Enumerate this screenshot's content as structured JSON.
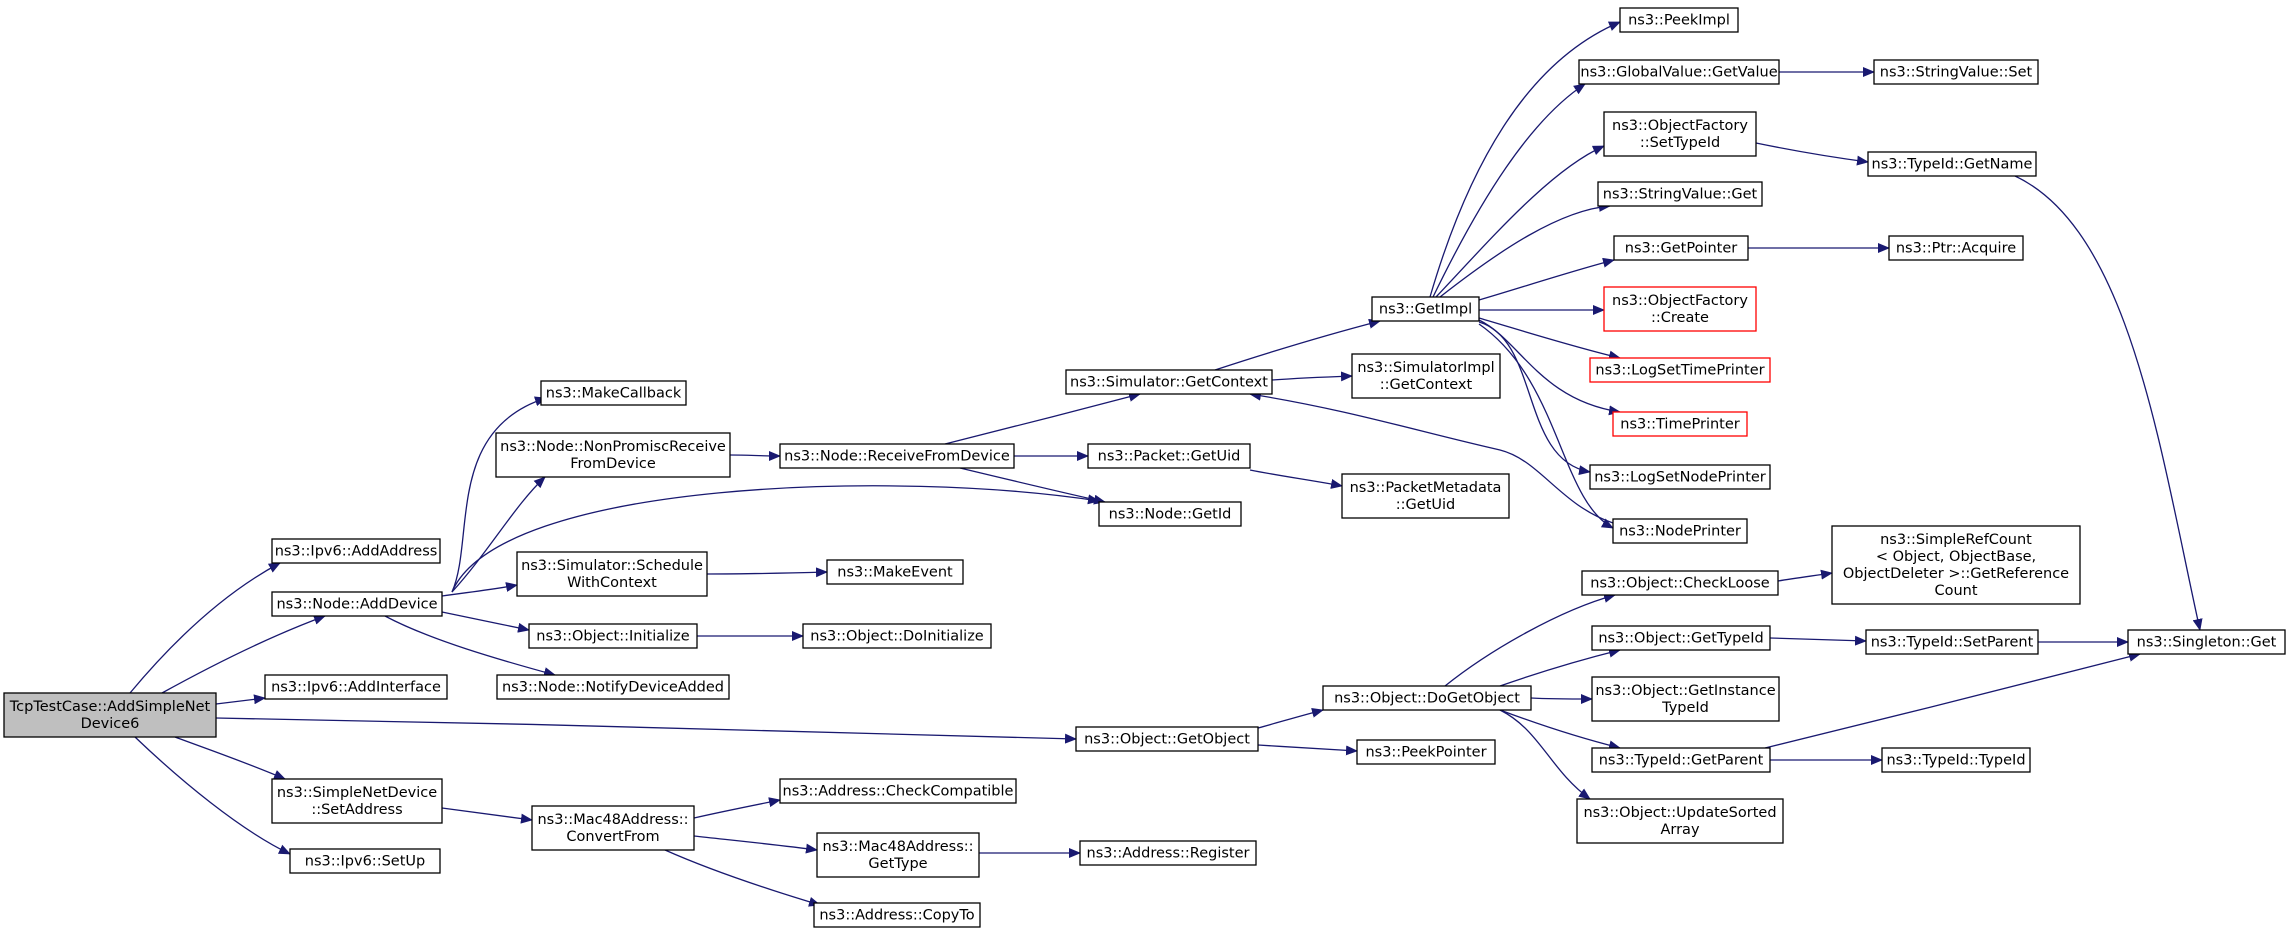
{
  "diagram": {
    "type": "call-graph",
    "colors": {
      "edge": "#191970",
      "node_border": "#000000",
      "node_border_truncated": "#ff0000",
      "root_fill": "#bfbfbf",
      "node_fill": "#ffffff"
    },
    "nodes": [
      {
        "id": "root",
        "lines": [
          "TcpTestCase::AddSimpleNet",
          "Device6"
        ]
      },
      {
        "id": "ipv6_addaddress",
        "lines": [
          "ns3::Ipv6::AddAddress"
        ]
      },
      {
        "id": "node_adddevice",
        "lines": [
          "ns3::Node::AddDevice"
        ]
      },
      {
        "id": "ipv6_addinterface",
        "lines": [
          "ns3::Ipv6::AddInterface"
        ]
      },
      {
        "id": "object_getobject",
        "lines": [
          "ns3::Object::GetObject"
        ]
      },
      {
        "id": "simplenetdevice_setaddress",
        "lines": [
          "ns3::SimpleNetDevice",
          "::SetAddress"
        ]
      },
      {
        "id": "ipv6_setup",
        "lines": [
          "ns3::Ipv6::SetUp"
        ]
      },
      {
        "id": "makecallback",
        "lines": [
          "ns3::MakeCallback"
        ]
      },
      {
        "id": "node_nonpromisc",
        "lines": [
          "ns3::Node::NonPromiscReceive",
          "FromDevice"
        ]
      },
      {
        "id": "node_getid",
        "lines": [
          "ns3::Node::GetId"
        ]
      },
      {
        "id": "simulator_schedulewithcontext",
        "lines": [
          "ns3::Simulator::Schedule",
          "WithContext"
        ]
      },
      {
        "id": "object_initialize",
        "lines": [
          "ns3::Object::Initialize"
        ]
      },
      {
        "id": "node_notifydeviceadded",
        "lines": [
          "ns3::Node::NotifyDeviceAdded"
        ]
      },
      {
        "id": "node_receivefromdevice",
        "lines": [
          "ns3::Node::ReceiveFromDevice"
        ]
      },
      {
        "id": "makeevent",
        "lines": [
          "ns3::MakeEvent"
        ]
      },
      {
        "id": "object_doinitialize",
        "lines": [
          "ns3::Object::DoInitialize"
        ]
      },
      {
        "id": "simulator_getcontext",
        "lines": [
          "ns3::Simulator::GetContext"
        ]
      },
      {
        "id": "packet_getuid",
        "lines": [
          "ns3::Packet::GetUid"
        ]
      },
      {
        "id": "getimpl",
        "lines": [
          "ns3::GetImpl"
        ]
      },
      {
        "id": "simulatorimpl_getcontext",
        "lines": [
          "ns3::SimulatorImpl",
          "::GetContext"
        ]
      },
      {
        "id": "packetmetadata_getuid",
        "lines": [
          "ns3::PacketMetadata",
          "::GetUid"
        ]
      },
      {
        "id": "peekimpl",
        "lines": [
          "ns3::PeekImpl"
        ]
      },
      {
        "id": "globalvalue_getvalue",
        "lines": [
          "ns3::GlobalValue::GetValue"
        ]
      },
      {
        "id": "objectfactory_settypeid",
        "lines": [
          "ns3::ObjectFactory",
          "::SetTypeId"
        ]
      },
      {
        "id": "stringvalue_get",
        "lines": [
          "ns3::StringValue::Get"
        ]
      },
      {
        "id": "getpointer",
        "lines": [
          "ns3::GetPointer"
        ]
      },
      {
        "id": "objectfactory_create",
        "lines": [
          "ns3::ObjectFactory",
          "::Create"
        ]
      },
      {
        "id": "logsettimeprinter",
        "lines": [
          "ns3::LogSetTimePrinter"
        ]
      },
      {
        "id": "timeprinter",
        "lines": [
          "ns3::TimePrinter"
        ]
      },
      {
        "id": "logsetnodeprinter",
        "lines": [
          "ns3::LogSetNodePrinter"
        ]
      },
      {
        "id": "nodeprinter",
        "lines": [
          "ns3::NodePrinter"
        ]
      },
      {
        "id": "stringvalue_set",
        "lines": [
          "ns3::StringValue::Set"
        ]
      },
      {
        "id": "typeid_getname",
        "lines": [
          "ns3::TypeId::GetName"
        ]
      },
      {
        "id": "ptr_acquire",
        "lines": [
          "ns3::Ptr::Acquire"
        ]
      },
      {
        "id": "object_dogetobject",
        "lines": [
          "ns3::Object::DoGetObject"
        ]
      },
      {
        "id": "peekpointer",
        "lines": [
          "ns3::PeekPointer"
        ]
      },
      {
        "id": "object_checkloose",
        "lines": [
          "ns3::Object::CheckLoose"
        ]
      },
      {
        "id": "object_gettypeid",
        "lines": [
          "ns3::Object::GetTypeId"
        ]
      },
      {
        "id": "object_getinstancetypeid",
        "lines": [
          "ns3::Object::GetInstance",
          "TypeId"
        ]
      },
      {
        "id": "typeid_getparent",
        "lines": [
          "ns3::TypeId::GetParent"
        ]
      },
      {
        "id": "object_updatesortedarray",
        "lines": [
          "ns3::Object::UpdateSorted",
          "Array"
        ]
      },
      {
        "id": "simplerefcount",
        "lines": [
          "ns3::SimpleRefCount",
          "< Object, ObjectBase,",
          " ObjectDeleter >::GetReference",
          "Count"
        ]
      },
      {
        "id": "typeid_setparent",
        "lines": [
          "ns3::TypeId::SetParent"
        ]
      },
      {
        "id": "singleton_get",
        "lines": [
          "ns3::Singleton::Get"
        ]
      },
      {
        "id": "typeid_typeid",
        "lines": [
          "ns3::TypeId::TypeId"
        ]
      },
      {
        "id": "mac48_convertfrom",
        "lines": [
          "ns3::Mac48Address::",
          "ConvertFrom"
        ]
      },
      {
        "id": "address_checkcompatible",
        "lines": [
          "ns3::Address::CheckCompatible"
        ]
      },
      {
        "id": "mac48_gettype",
        "lines": [
          "ns3::Mac48Address::",
          "GetType"
        ]
      },
      {
        "id": "address_copyto",
        "lines": [
          "ns3::Address::CopyTo"
        ]
      },
      {
        "id": "address_register",
        "lines": [
          "ns3::Address::Register"
        ]
      }
    ]
  }
}
